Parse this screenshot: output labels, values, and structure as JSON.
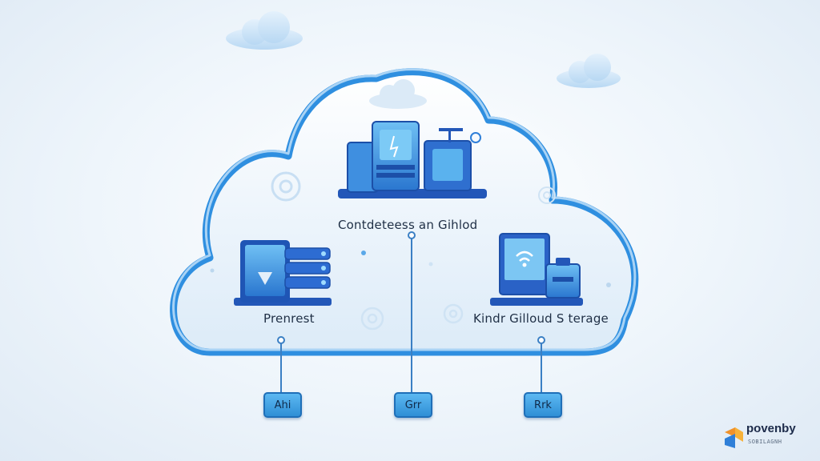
{
  "diagram": {
    "center_label": "Contdeteess an Gihlod",
    "left_label": "Prenrest",
    "right_label": "Kindr Gilloud S terage",
    "ports": {
      "left": "Ahi",
      "center": "Grr",
      "right": "Rrk"
    }
  },
  "brand": {
    "name": "povenby",
    "tagline": "SOBILAGNH"
  },
  "colors": {
    "cloud_outline": "#2f8fe0",
    "cloud_fill": "#eaf4fc",
    "device_blue": "#2f7fd8",
    "connector": "#3a7fc4"
  }
}
